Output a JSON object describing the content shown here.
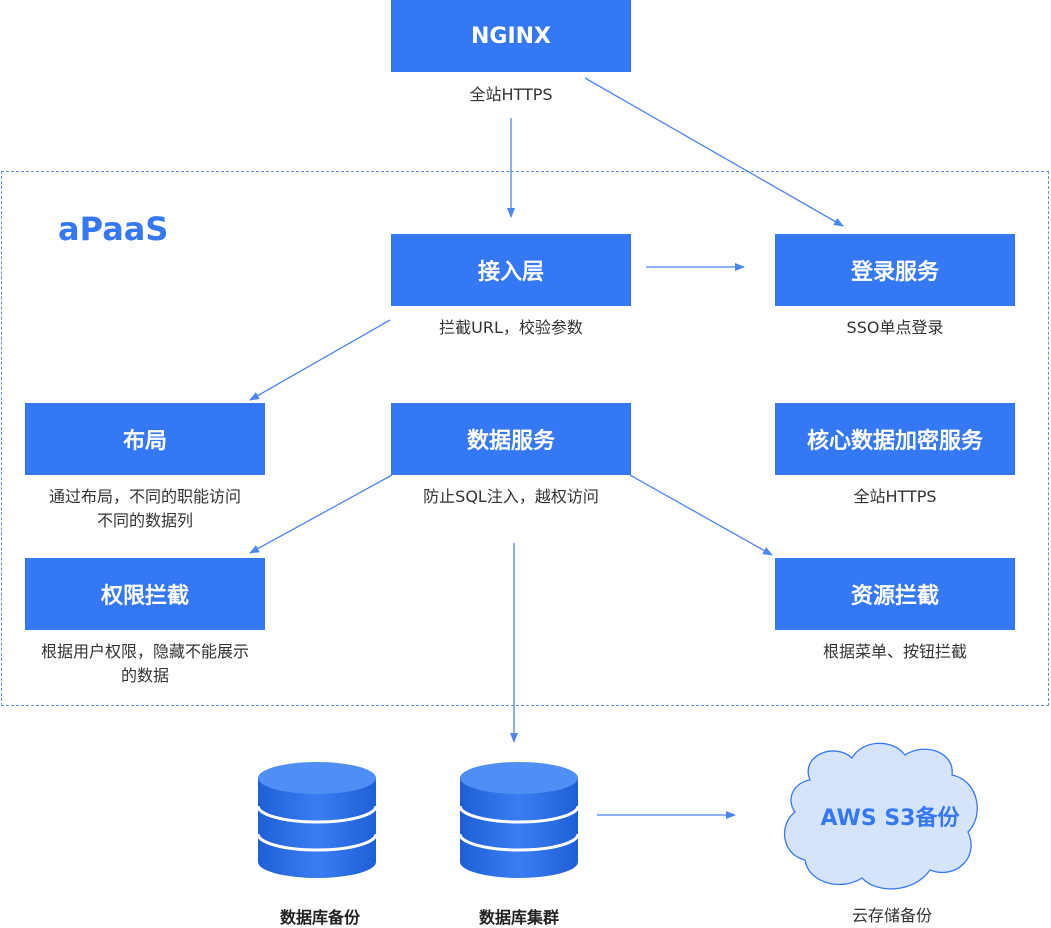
{
  "nginx": {
    "label": "NGINX",
    "caption": "全站HTTPS"
  },
  "region": {
    "title": "aPaaS"
  },
  "access": {
    "label": "接入层",
    "caption": "拦截URL，校验参数"
  },
  "login": {
    "label": "登录服务",
    "caption": "SSO单点登录"
  },
  "layout": {
    "label": "布局",
    "caption_line1": "通过布局，不同的职能访问",
    "caption_line2": "不同的数据列"
  },
  "data_service": {
    "label": "数据服务",
    "caption": "防止SQL注入，越权访问"
  },
  "encrypt": {
    "label": "核心数据加密服务",
    "caption": "全站HTTPS"
  },
  "perm": {
    "label": "权限拦截",
    "caption_line1": "根据用户权限，隐藏不能展示",
    "caption_line2": "的数据"
  },
  "resource": {
    "label": "资源拦截",
    "caption": "根据菜单、按钮拦截"
  },
  "db_backup": {
    "label": "数据库备份"
  },
  "db_cluster": {
    "label": "数据库集群"
  },
  "cloud": {
    "label": "AWS S3备份",
    "caption": "云存储备份"
  },
  "colors": {
    "primary": "#3578f6",
    "cloud_fill": "#d6e4fb",
    "arrow": "#4a86ee"
  }
}
